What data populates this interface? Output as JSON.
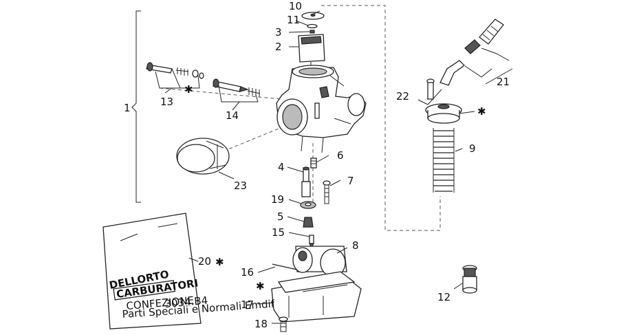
{
  "callouts": {
    "c1": "1",
    "c2": "2",
    "c3": "3",
    "c4": "4",
    "c5": "5",
    "c6": "6",
    "c7": "7",
    "c8": "8",
    "c9": "9",
    "c10": "10",
    "c11": "11",
    "c12": "12",
    "c13": "13",
    "c14": "14",
    "c15": "15",
    "c16": "16",
    "c17": "17",
    "c18": "18",
    "c19": "19",
    "c20": "20",
    "c21": "21",
    "c22": "22",
    "c23": "23"
  },
  "asterisk": "✱",
  "bag": {
    "brand": "DELLORTO",
    "stamp": "CARBURATORI",
    "line1": "CONFEZIONE",
    "line1_code": "3034.B4",
    "line2": "Parti Speciali e Normali Emdif"
  }
}
